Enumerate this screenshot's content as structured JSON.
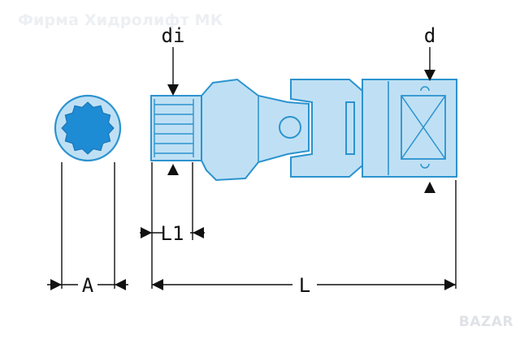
{
  "watermark": "Фирма Хидролифт МК",
  "logo": "BAZAR",
  "colors": {
    "body_fill": "#bfe0f4",
    "body_stroke": "#2c93cf",
    "socket_fill": "#1e8bd5",
    "line": "#111111"
  },
  "labels": {
    "di": "di",
    "d": "d",
    "L1": "L1",
    "A": "A",
    "L": "L"
  },
  "icons": {
    "socket_end_view": "twelve-point-socket-icon",
    "square_drive": "square-drive-icon"
  }
}
